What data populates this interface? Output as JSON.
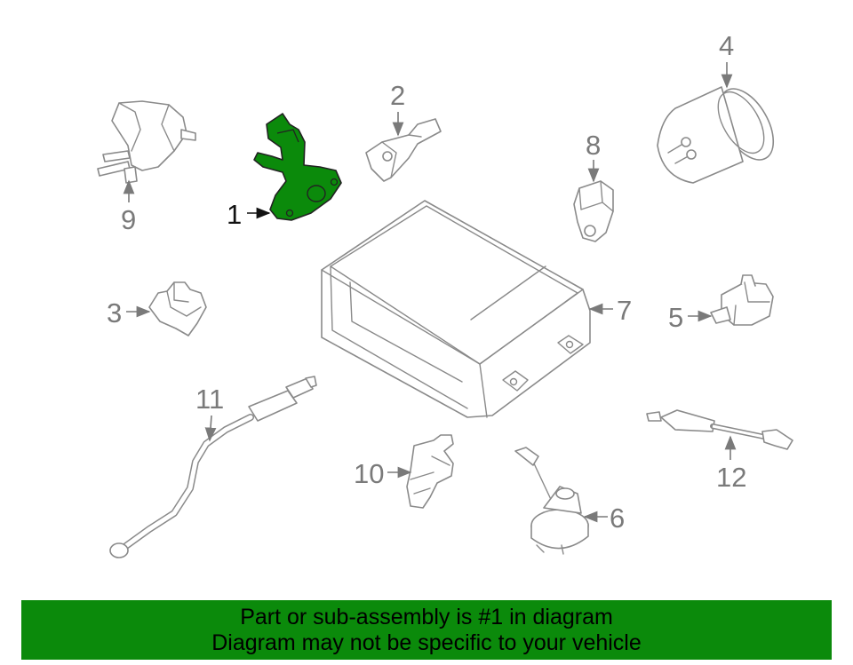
{
  "callouts": [
    {
      "id": "1",
      "label": "1",
      "highlighted": true
    },
    {
      "id": "2",
      "label": "2",
      "highlighted": false
    },
    {
      "id": "3",
      "label": "3",
      "highlighted": false
    },
    {
      "id": "4",
      "label": "4",
      "highlighted": false
    },
    {
      "id": "5",
      "label": "5",
      "highlighted": false
    },
    {
      "id": "6",
      "label": "6",
      "highlighted": false
    },
    {
      "id": "7",
      "label": "7",
      "highlighted": false
    },
    {
      "id": "8",
      "label": "8",
      "highlighted": false
    },
    {
      "id": "9",
      "label": "9",
      "highlighted": false
    },
    {
      "id": "10",
      "label": "10",
      "highlighted": false
    },
    {
      "id": "11",
      "label": "11",
      "highlighted": false
    },
    {
      "id": "12",
      "label": "12",
      "highlighted": false
    }
  ],
  "highlight_color": "#0b8a0b",
  "line_color": "#8a8a8a",
  "banner": {
    "line1": "Part or sub-assembly is #1 in diagram",
    "line2": "Diagram may not be specific to your vehicle",
    "background": "#0b8a0b"
  }
}
